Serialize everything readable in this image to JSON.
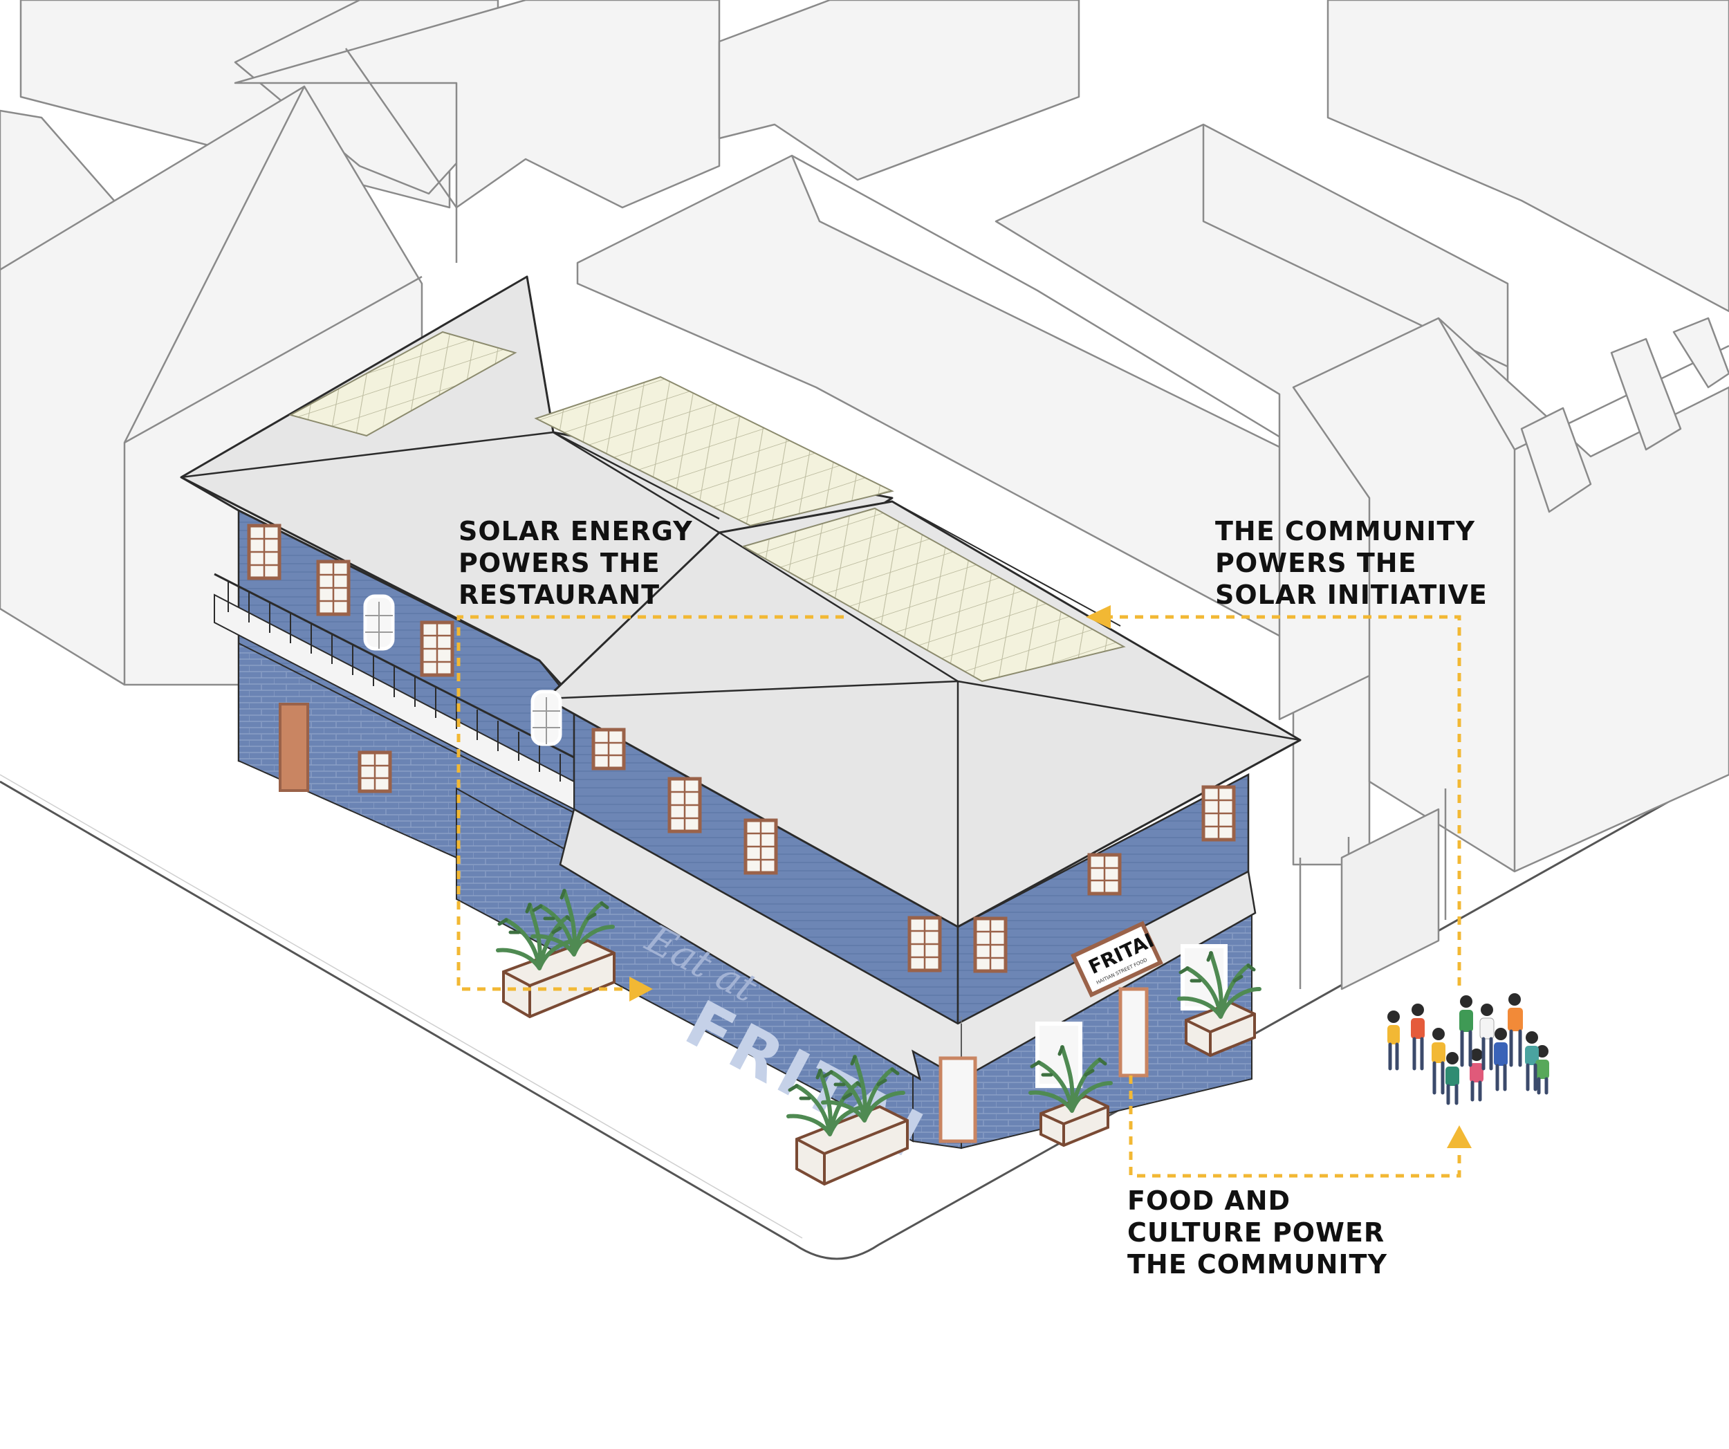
{
  "colors": {
    "background": "#ffffff",
    "context_building_fill": "#f4f4f4",
    "context_building_stroke": "#8a8a8a",
    "roof_fill": "#e6e6e6",
    "roof_stroke": "#2b2b2b",
    "wall_blue": "#6d86b5",
    "wall_blue_dark": "#5a72a2",
    "solar_panel": "#f3f2dd",
    "solar_grid": "#bdbca0",
    "window_frame": "#9a6249",
    "door_fill": "#c98562",
    "planter_wood": "#f2eee8",
    "planter_stroke": "#7a4a34",
    "plant_green": "#4f8a52",
    "arrow_yellow": "#f2b834",
    "callout_text": "#111111"
  },
  "icons": {
    "solar_panel": "solar-panel-icon",
    "planter": "planter-box-icon",
    "people": "people-group-icon",
    "arrow": "arrow-head-icon"
  },
  "callouts": {
    "solar": {
      "line1": "SOLAR ENERGY",
      "line2": "POWERS THE",
      "line3": "RESTAURANT"
    },
    "community": {
      "line1": "THE COMMUNITY",
      "line2": "POWERS THE",
      "line3": "SOLAR INITIATIVE"
    },
    "food": {
      "line1": "FOOD AND",
      "line2": "CULTURE POWER",
      "line3": "THE COMMUNITY"
    }
  },
  "signage": {
    "sign_main": "FRITAI",
    "sign_sub": "HAITIAN STREET FOOD",
    "mural_script": "Eat at",
    "mural_name": "FRITAI"
  }
}
